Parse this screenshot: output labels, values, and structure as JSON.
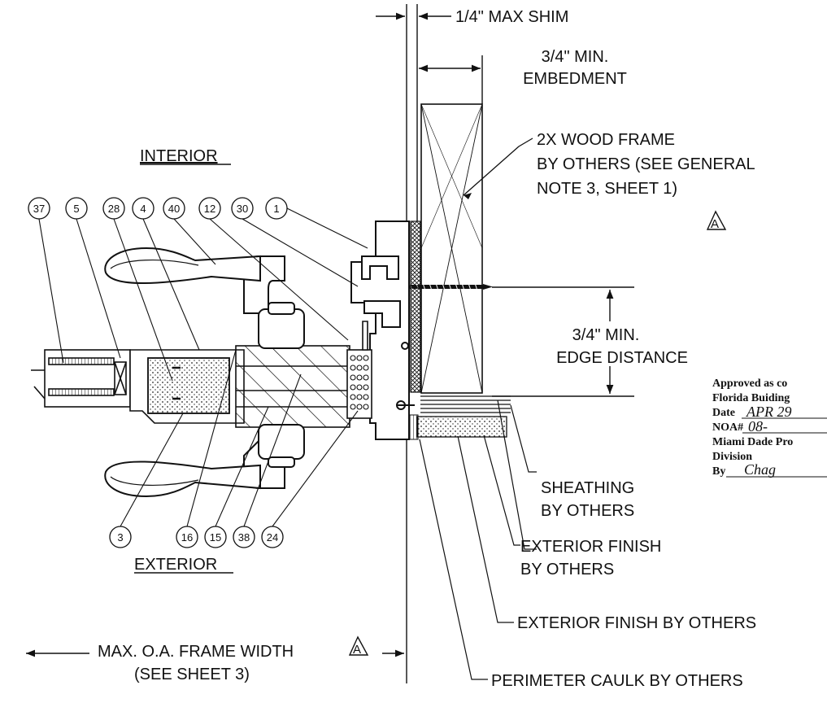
{
  "labels": {
    "max_shim": "1/4\" MAX SHIM",
    "embed_1": "3/4\" MIN.",
    "embed_2": "EMBEDMENT",
    "wood_1": "2X WOOD FRAME",
    "wood_2": "BY OTHERS (SEE GENERAL",
    "wood_3": "NOTE 3, SHEET 1)",
    "interior": "INTERIOR",
    "exterior": "EXTERIOR",
    "edge_1": "3/4\" MIN.",
    "edge_2": "EDGE DISTANCE",
    "sheathing_1": "SHEATHING",
    "sheathing_2": "BY OTHERS",
    "ext_finish_1a": "EXTERIOR FINISH",
    "ext_finish_1b": "BY OTHERS",
    "ext_finish_2": "EXTERIOR FINISH BY OTHERS",
    "caulk": "PERIMETER CAULK BY OTHERS",
    "frame_width_1": "MAX. O.A. FRAME WIDTH",
    "frame_width_2": "(SEE SHEET 3)",
    "revision_mark": "A"
  },
  "callouts_top": [
    "37",
    "5",
    "28",
    "4",
    "40",
    "12",
    "30",
    "1"
  ],
  "callouts_bottom": [
    "3",
    "16",
    "15",
    "38",
    "24"
  ],
  "stamp": {
    "line1": "Approved as co",
    "line2": "Florida Buiding",
    "line3_label": "Date",
    "line3_value": "APR 29",
    "line4_label": "NOA#",
    "line4_value": "08-",
    "line5": "Miami Dade Pro",
    "line6": "Division",
    "line7_label": "By",
    "line7_value": "Chag"
  }
}
